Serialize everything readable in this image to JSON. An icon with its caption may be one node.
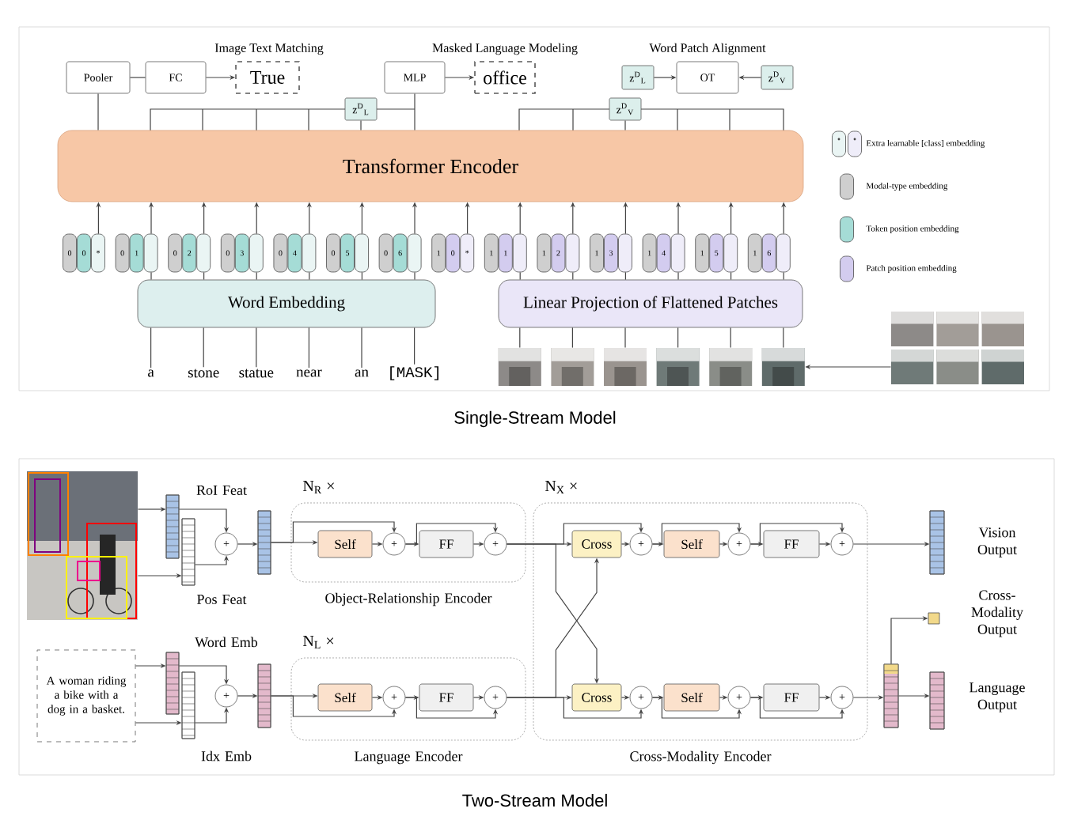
{
  "diagram": {
    "nodes": [
      {
        "text": [
          "Pooler"
        ]
      },
      {
        "text": [
          "FC"
        ]
      },
      {
        "text": [
          "True"
        ]
      },
      {
        "text": [
          "MLP"
        ]
      },
      {
        "text": [
          "office"
        ]
      },
      {
        "text": [
          "z$^{D}$$_{L}$"
        ]
      },
      {
        "text": [
          "OT"
        ]
      },
      {
        "text": [
          "z$^{D}$$_{V}$"
        ]
      },
      {
        "text": [
          "z$^{D}$$_{L}$"
        ]
      },
      {
        "text": [
          "z$^{D}$$_{V}$"
        ]
      },
      {
        "text": [
          "Transformer Encoder"
        ]
      },
      {
        "text": [
          "0",
          "0",
          "*"
        ]
      },
      {
        "text": [
          "0",
          "1"
        ]
      },
      {
        "text": [
          "0",
          "2"
        ]
      },
      {
        "text": [
          "0",
          "3"
        ]
      },
      {
        "text": [
          "0",
          "4"
        ]
      },
      {
        "text": [
          "0",
          "5"
        ]
      },
      {
        "text": [
          "0",
          "6"
        ]
      },
      {
        "text": [
          "1",
          "0",
          "*"
        ]
      },
      {
        "text": [
          "1",
          "1"
        ]
      },
      {
        "text": [
          "1",
          "2"
        ]
      },
      {
        "text": [
          "1",
          "3"
        ]
      },
      {
        "text": [
          "1",
          "4"
        ]
      },
      {
        "text": [
          "1",
          "5"
        ]
      },
      {
        "text": [
          "1",
          "6"
        ]
      },
      {
        "text": [
          "Word Embedding"
        ]
      },
      {
        "text": [
          "Linear Projection of Flattened Patches"
        ]
      },
      {
        "text": [
          "a"
        ]
      },
      {
        "text": [
          "stone"
        ]
      },
      {
        "text": [
          "statue"
        ]
      },
      {
        "text": [
          "near"
        ]
      },
      {
        "text": [
          "an"
        ]
      },
      {
        "text": [
          "[MASK]"
        ]
      },
      {
        "text": [],
        "shape": "picture"
      },
      {
        "text": [],
        "shape": "picture"
      },
      {
        "text": [],
        "shape": "picture"
      },
      {
        "text": [],
        "shape": "picture"
      },
      {
        "text": [],
        "shape": "picture"
      },
      {
        "text": [],
        "shape": "picture"
      },
      {
        "text": [],
        "shape": "picture"
      },
      {
        "text": [],
        "shape": "picture"
      },
      {
        "text": [],
        "shape": "bar",
        "beside": [
          "RoI Feat"
        ]
      },
      {
        "text": [],
        "shape": "bar",
        "beside": [
          "Pos Feat"
        ]
      },
      {
        "text": [
          "+"
        ]
      },
      {
        "text": [],
        "shape": "bar"
      },
      {
        "text": [
          "N$_{R}$ ×"
        ],
        "beside": [
          "Object-Relationship Encoder"
        ]
      },
      {
        "text": [
          "Self"
        ],
        "in": 45
      },
      {
        "text": [
          "+"
        ],
        "in": 45
      },
      {
        "text": [
          "FF"
        ],
        "in": 45
      },
      {
        "text": [
          "+"
        ],
        "in": 45
      },
      {
        "text": [
          "N$_{X}$ ×"
        ],
        "beside": [
          "Cross-Modality Encoder"
        ]
      },
      {
        "text": [
          "Cross"
        ],
        "in": 50
      },
      {
        "text": [
          "+"
        ],
        "in": 50
      },
      {
        "text": [
          "Self"
        ],
        "in": 50
      },
      {
        "text": [
          "+"
        ],
        "in": 50
      },
      {
        "text": [
          "FF"
        ],
        "in": 50
      },
      {
        "text": [
          "+"
        ],
        "in": 50
      },
      {
        "text": [],
        "shape": "bar",
        "beside": [
          "Vision Output"
        ]
      },
      {
        "text": [],
        "shape": "box",
        "beside": [
          "Cross-Modality Output"
        ]
      },
      {
        "text": [
          "A woman riding a bike with a dog in a basket."
        ]
      },
      {
        "text": [],
        "shape": "bar",
        "beside": [
          "Word Emb"
        ]
      },
      {
        "text": [],
        "shape": "bar",
        "beside": [
          "Idx Emb"
        ]
      },
      {
        "text": [
          "+"
        ]
      },
      {
        "text": [],
        "shape": "bar"
      },
      {
        "text": [
          "N$_{L}$ ×"
        ],
        "beside": [
          "Language Encoder"
        ]
      },
      {
        "text": [
          "Self"
        ],
        "in": 64
      },
      {
        "text": [
          "+"
        ],
        "in": 64
      },
      {
        "text": [
          "FF"
        ],
        "in": 64
      },
      {
        "text": [
          "+"
        ],
        "in": 64
      },
      {
        "text": [
          "Cross"
        ],
        "in": 50
      },
      {
        "text": [
          "+"
        ],
        "in": 50
      },
      {
        "text": [
          "Self"
        ],
        "in": 50
      },
      {
        "text": [
          "+"
        ],
        "in": 50
      },
      {
        "text": [
          "FF"
        ],
        "in": 50
      },
      {
        "text": [
          "+"
        ],
        "in": 50
      },
      {
        "text": [],
        "shape": "bar"
      },
      {
        "text": [],
        "shape": "bar",
        "beside": [
          "Language Output"
        ]
      }
    ],
    "edges": [
      {
        "from": 0,
        "to": 1,
        "arrow": "none"
      },
      {
        "from": 1,
        "to": 2,
        "arrow": "to"
      },
      {
        "from": 3,
        "to": 4,
        "arrow": "to"
      },
      {
        "from": 5,
        "to": 6,
        "arrow": "to"
      },
      {
        "from": 7,
        "to": 6,
        "arrow": "to"
      },
      {
        "from": 10,
        "to": 0,
        "arrow": "none"
      },
      {
        "from": 10,
        "to": 3,
        "arrow": "none"
      },
      {
        "from": 10,
        "to": 8,
        "arrow": "none"
      },
      {
        "from": 10,
        "to": 9,
        "arrow": "none"
      },
      {
        "from": 11,
        "to": 10,
        "arrow": "to"
      },
      {
        "from": 12,
        "to": 10,
        "arrow": "to"
      },
      {
        "from": 13,
        "to": 10,
        "arrow": "to"
      },
      {
        "from": 14,
        "to": 10,
        "arrow": "to"
      },
      {
        "from": 15,
        "to": 10,
        "arrow": "to"
      },
      {
        "from": 16,
        "to": 10,
        "arrow": "to"
      },
      {
        "from": 17,
        "to": 10,
        "arrow": "to"
      },
      {
        "from": 18,
        "to": 10,
        "arrow": "to"
      },
      {
        "from": 19,
        "to": 10,
        "arrow": "to"
      },
      {
        "from": 20,
        "to": 10,
        "arrow": "to"
      },
      {
        "from": 21,
        "to": 10,
        "arrow": "to"
      },
      {
        "from": 22,
        "to": 10,
        "arrow": "to"
      },
      {
        "from": 23,
        "to": 10,
        "arrow": "to"
      },
      {
        "from": 24,
        "to": 10,
        "arrow": "to"
      },
      {
        "from": 25,
        "to": 12,
        "arrow": "none"
      },
      {
        "from": 25,
        "to": 13,
        "arrow": "none"
      },
      {
        "from": 25,
        "to": 14,
        "arrow": "none"
      },
      {
        "from": 25,
        "to": 15,
        "arrow": "none"
      },
      {
        "from": 25,
        "to": 16,
        "arrow": "none"
      },
      {
        "from": 25,
        "to": 17,
        "arrow": "none"
      },
      {
        "from": 27,
        "to": 25,
        "arrow": "none"
      },
      {
        "from": 28,
        "to": 25,
        "arrow": "none"
      },
      {
        "from": 29,
        "to": 25,
        "arrow": "none"
      },
      {
        "from": 30,
        "to": 25,
        "arrow": "none"
      },
      {
        "from": 31,
        "to": 25,
        "arrow": "none"
      },
      {
        "from": 32,
        "to": 25,
        "arrow": "none"
      },
      {
        "from": 26,
        "to": 19,
        "arrow": "none"
      },
      {
        "from": 26,
        "to": 20,
        "arrow": "none"
      },
      {
        "from": 26,
        "to": 21,
        "arrow": "none"
      },
      {
        "from": 26,
        "to": 22,
        "arrow": "none"
      },
      {
        "from": 26,
        "to": 23,
        "arrow": "none"
      },
      {
        "from": 26,
        "to": 24,
        "arrow": "none"
      },
      {
        "from": 33,
        "to": 26,
        "arrow": "none"
      },
      {
        "from": 34,
        "to": 26,
        "arrow": "none"
      },
      {
        "from": 35,
        "to": 26,
        "arrow": "none"
      },
      {
        "from": 36,
        "to": 26,
        "arrow": "none"
      },
      {
        "from": 37,
        "to": 26,
        "arrow": "none"
      },
      {
        "from": 38,
        "to": 26,
        "arrow": "none"
      },
      {
        "from": 39,
        "to": 38,
        "arrow": "to"
      },
      {
        "from": 40,
        "to": 41,
        "arrow": "to"
      },
      {
        "from": 40,
        "to": 42,
        "arrow": "to"
      },
      {
        "from": 41,
        "to": 43,
        "arrow": "to"
      },
      {
        "from": 42,
        "to": 43,
        "arrow": "to"
      },
      {
        "from": 43,
        "to": 44,
        "arrow": "to"
      },
      {
        "from": 44,
        "to": 46,
        "arrow": "to"
      },
      {
        "from": 44,
        "to": 47,
        "arrow": "to"
      },
      {
        "from": 46,
        "to": 47,
        "arrow": "to"
      },
      {
        "from": 47,
        "to": 48,
        "arrow": "to"
      },
      {
        "from": 47,
        "to": 49,
        "arrow": "to"
      },
      {
        "from": 48,
        "to": 49,
        "arrow": "to"
      },
      {
        "from": 49,
        "to": 51,
        "arrow": "to"
      },
      {
        "from": 49,
        "to": 52,
        "arrow": "to"
      },
      {
        "from": 49,
        "to": 69,
        "arrow": "to"
      },
      {
        "from": 51,
        "to": 52,
        "arrow": "to"
      },
      {
        "from": 52,
        "to": 53,
        "arrow": "to"
      },
      {
        "from": 52,
        "to": 54,
        "arrow": "to"
      },
      {
        "from": 53,
        "to": 54,
        "arrow": "to"
      },
      {
        "from": 54,
        "to": 55,
        "arrow": "to"
      },
      {
        "from": 54,
        "to": 56,
        "arrow": "to"
      },
      {
        "from": 55,
        "to": 56,
        "arrow": "to"
      },
      {
        "from": 56,
        "to": 57,
        "arrow": "to"
      },
      {
        "from": 59,
        "to": 60,
        "arrow": "to"
      },
      {
        "from": 59,
        "to": 61,
        "arrow": "to"
      },
      {
        "from": 60,
        "to": 62,
        "arrow": "to"
      },
      {
        "from": 61,
        "to": 62,
        "arrow": "to"
      },
      {
        "from": 62,
        "to": 63,
        "arrow": "to"
      },
      {
        "from": 63,
        "to": 65,
        "arrow": "to"
      },
      {
        "from": 63,
        "to": 66,
        "arrow": "to"
      },
      {
        "from": 65,
        "to": 66,
        "arrow": "to"
      },
      {
        "from": 66,
        "to": 67,
        "arrow": "to"
      },
      {
        "from": 66,
        "to": 68,
        "arrow": "to"
      },
      {
        "from": 67,
        "to": 68,
        "arrow": "to"
      },
      {
        "from": 68,
        "to": 69,
        "arrow": "to"
      },
      {
        "from": 68,
        "to": 70,
        "arrow": "to"
      },
      {
        "from": 68,
        "to": 51,
        "arrow": "to"
      },
      {
        "from": 69,
        "to": 70,
        "arrow": "to"
      },
      {
        "from": 70,
        "to": 71,
        "arrow": "to"
      },
      {
        "from": 70,
        "to": 72,
        "arrow": "to"
      },
      {
        "from": 71,
        "to": 72,
        "arrow": "to"
      },
      {
        "from": 72,
        "to": 73,
        "arrow": "to"
      },
      {
        "from": 72,
        "to": 74,
        "arrow": "to"
      },
      {
        "from": 73,
        "to": 74,
        "arrow": "to"
      },
      {
        "from": 74,
        "to": 75,
        "arrow": "to"
      },
      {
        "from": 75,
        "to": 58,
        "arrow": "to"
      },
      {
        "from": 75,
        "to": 76,
        "arrow": "to"
      }
    ],
    "labels": [
      "Image Text Matching",
      "Masked Language Modeling",
      "Word Patch Alignment",
      "Single-Stream Model",
      "Two-Stream Model"
    ],
    "legend": [
      {
        "text": "Extra learnable [class] embedding"
      },
      {
        "text": "Modal-type embedding",
        "color": "#cfcfcf"
      },
      {
        "text": "Token position embedding",
        "color": "#a5dcd6"
      },
      {
        "text": "Patch position embedding",
        "color": "#d3ccef"
      }
    ]
  }
}
